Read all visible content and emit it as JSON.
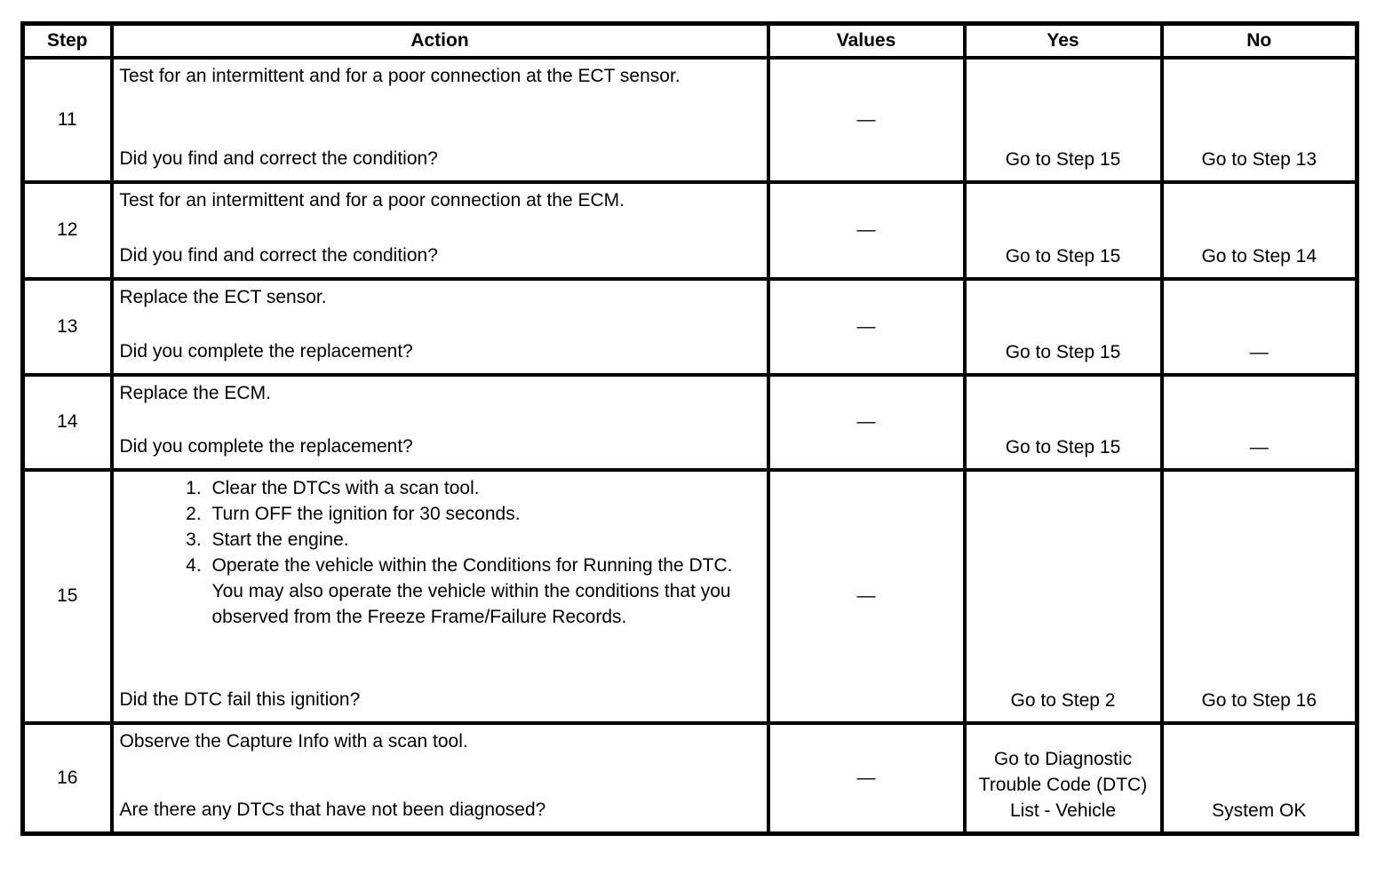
{
  "table": {
    "columns": [
      "Step",
      "Action",
      "Values",
      "Yes",
      "No"
    ],
    "rows": [
      {
        "step": "11",
        "description": "Test for an intermittent and for a poor connection at the ECT sensor.",
        "question": "Did you find and correct the condition?",
        "values": "—",
        "yes": "Go to Step 15",
        "no": "Go to Step 13"
      },
      {
        "step": "12",
        "description": "Test for an intermittent and for a poor connection at the ECM.",
        "question": "Did you find and correct the condition?",
        "values": "—",
        "yes": "Go to Step 15",
        "no": "Go to Step 14"
      },
      {
        "step": "13",
        "description": "Replace the ECT sensor.",
        "question": "Did you complete the replacement?",
        "values": "—",
        "yes": "Go to Step 15",
        "no": "—"
      },
      {
        "step": "14",
        "description": "Replace the ECM.",
        "question": "Did you complete the replacement?",
        "values": "—",
        "yes": "Go to Step 15",
        "no": "—"
      },
      {
        "step": "15",
        "substeps": [
          "Clear the DTCs with a scan tool.",
          "Turn OFF the ignition for 30 seconds.",
          "Start the engine.",
          "Operate the vehicle within the Conditions for Running the DTC. You may also operate the vehicle within the conditions that you observed from the Freeze Frame/Failure Records."
        ],
        "question": "Did the DTC fail this ignition?",
        "values": "—",
        "yes": "Go to Step 2",
        "no": "Go to Step 16"
      },
      {
        "step": "16",
        "description": "Observe the Capture Info with a scan tool.",
        "question": "Are there any DTCs that have not been diagnosed?",
        "values": "—",
        "yes": "Go to Diagnostic Trouble Code (DTC) List - Vehicle",
        "no": "System OK"
      }
    ]
  }
}
